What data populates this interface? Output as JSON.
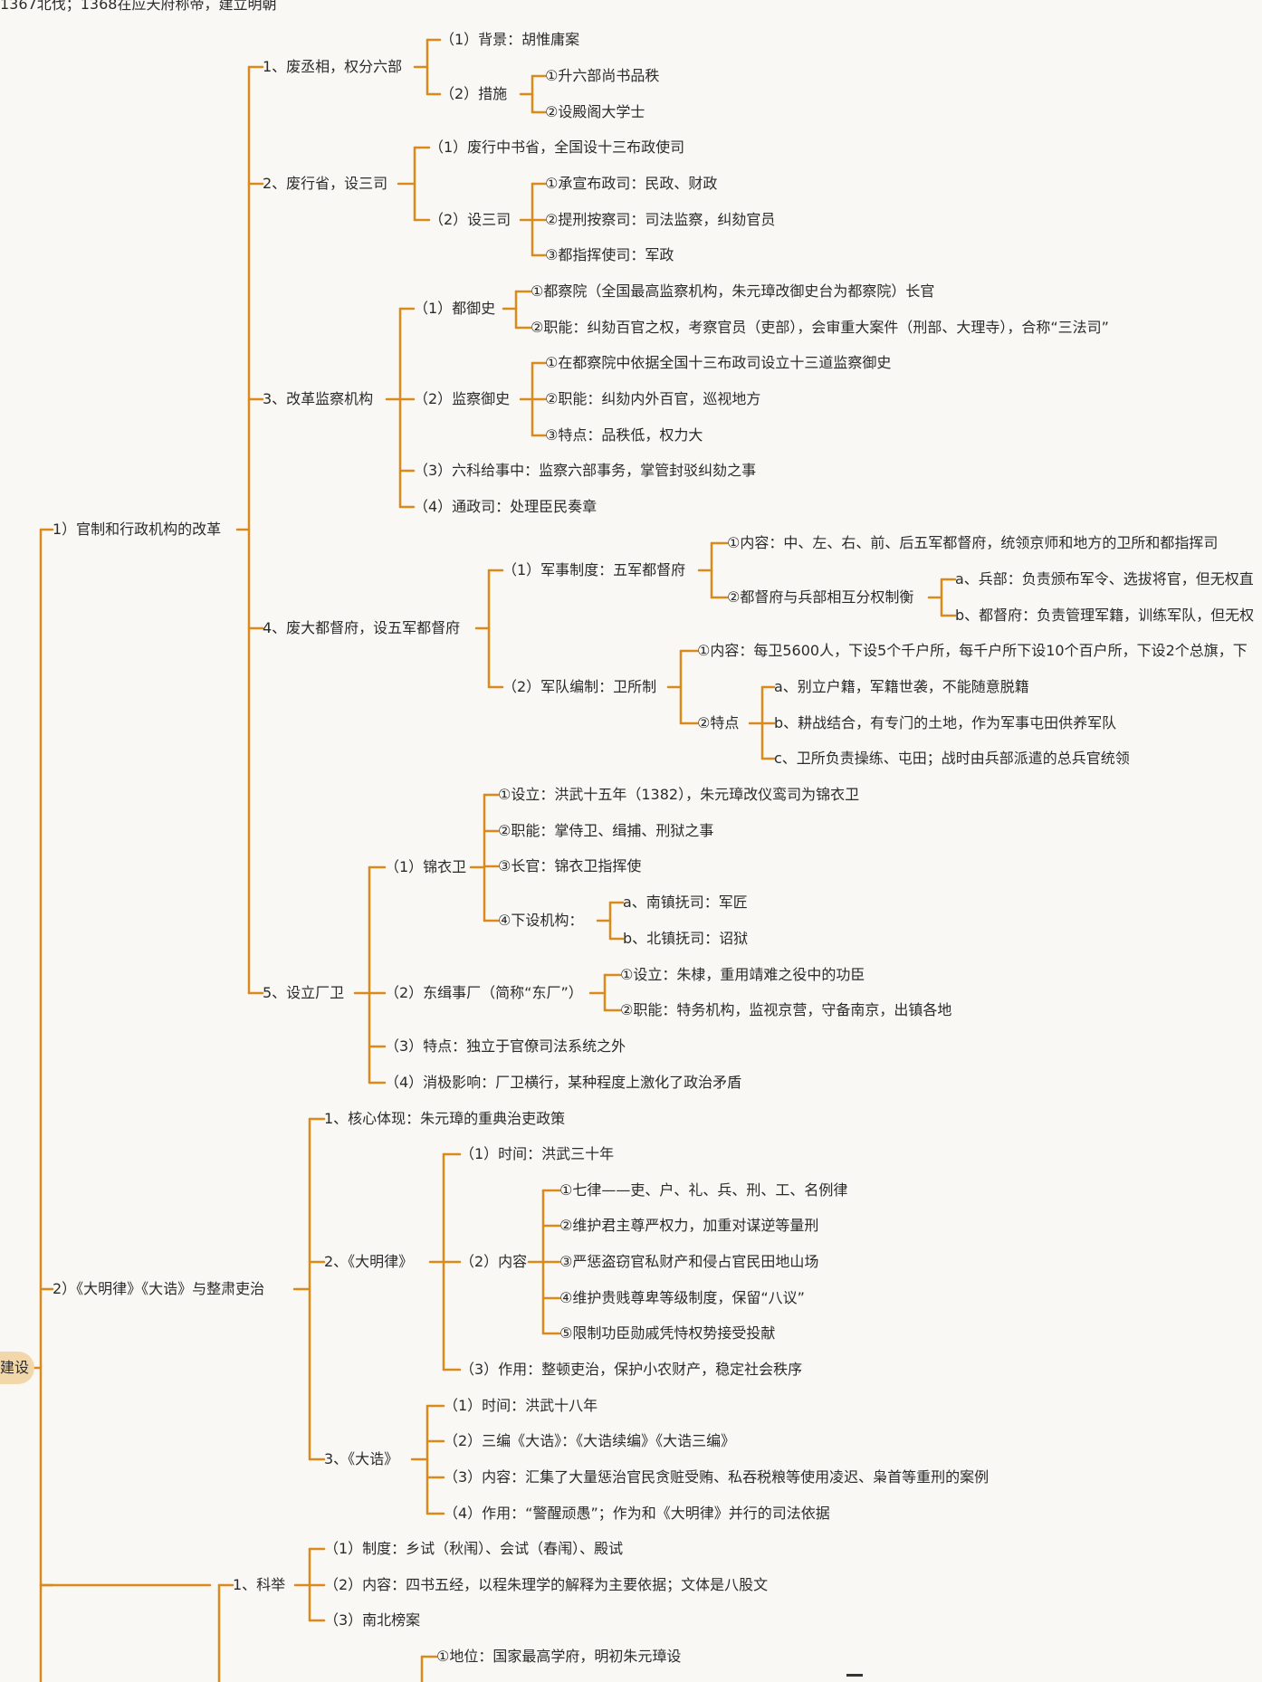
{
  "colors": {
    "line": "#d98a1a",
    "text": "#2b2b2b",
    "background": "#faf8f4",
    "root_fill": "#f1d7a9"
  },
  "top_text": "1367北伐；1368在应天府称帝，建立明朝",
  "root_label": "建设",
  "nodes": {
    "s1": "1）官制和行政机构的改革",
    "s1_1": "1、废丞相，权分六部",
    "s1_1_1": "（1）背景：胡惟庸案",
    "s1_1_2": "（2）措施",
    "s1_1_2a": "①升六部尚书品秩",
    "s1_1_2b": "②设殿阁大学士",
    "s1_2": "2、废行省，设三司",
    "s1_2_1": "（1）废行中书省，全国设十三布政使司",
    "s1_2_2": "（2）设三司",
    "s1_2_2a": "①承宣布政司：民政、财政",
    "s1_2_2b": "②提刑按察司：司法监察，纠劾官员",
    "s1_2_2c": "③都指挥使司：军政",
    "s1_3": "3、改革监察机构",
    "s1_3_1": "（1）都御史",
    "s1_3_1a": "①都察院（全国最高监察机构，朱元璋改御史台为都察院）长官",
    "s1_3_1b": "②职能：纠劾百官之权，考察官员（吏部），会审重大案件（刑部、大理寺），合称“三法司”",
    "s1_3_2": "（2）监察御史",
    "s1_3_2a": "①在都察院中依据全国十三布政司设立十三道监察御史",
    "s1_3_2b": "②职能：纠劾内外百官，巡视地方",
    "s1_3_2c": "③特点：品秩低，权力大",
    "s1_3_3": "（3）六科给事中：监察六部事务，掌管封驳纠劾之事",
    "s1_3_4": "（4）通政司：处理臣民奏章",
    "s1_4": "4、废大都督府，设五军都督府",
    "s1_4_1": "（1）军事制度：五军都督府",
    "s1_4_1a": "①内容：中、左、右、前、后五军都督府，统领京师和地方的卫所和都指挥司",
    "s1_4_1b": "②都督府与兵部相互分权制衡",
    "s1_4_1b1": "a、兵部：负责颁布军令、选拔将官，但无权直",
    "s1_4_1b2": "b、都督府：负责管理军籍，训练军队，但无权",
    "s1_4_2": "（2）军队编制：卫所制",
    "s1_4_2a": "①内容：每卫5600人，下设5个千户所，每千户所下设10个百户所，下设2个总旗，下",
    "s1_4_2b": "②特点",
    "s1_4_2b1": "a、别立户籍，军籍世袭，不能随意脱籍",
    "s1_4_2b2": "b、耕战结合，有专门的土地，作为军事屯田供养军队",
    "s1_4_2b3": "c、卫所负责操练、屯田；战时由兵部派遣的总兵官统领",
    "s1_5": "5、设立厂卫",
    "s1_5_1": "（1）锦衣卫",
    "s1_5_1a": "①设立：洪武十五年（1382），朱元璋改仪鸾司为锦衣卫",
    "s1_5_1b": "②职能：掌侍卫、缉捕、刑狱之事",
    "s1_5_1c": "③长官：锦衣卫指挥使",
    "s1_5_1d": "④下设机构：",
    "s1_5_1d1": "a、南镇抚司：军匠",
    "s1_5_1d2": "b、北镇抚司：诏狱",
    "s1_5_2": "（2）东缉事厂（简称“东厂”）",
    "s1_5_2a": "①设立：朱棣，重用靖难之役中的功臣",
    "s1_5_2b": "②职能：特务机构，监视京营，守备南京，出镇各地",
    "s1_5_3": "（3）特点：独立于官僚司法系统之外",
    "s1_5_4": "（4）消极影响：厂卫横行，某种程度上激化了政治矛盾",
    "s2": "2）《大明律》《大诰》与整肃吏治",
    "s2_1": "1、核心体现：朱元璋的重典治吏政策",
    "s2_2": "2、《大明律》",
    "s2_2_1": "（1）时间：洪武三十年",
    "s2_2_2": "（2）内容",
    "s2_2_2a": "①七律——吏、户、礼、兵、刑、工、名例律",
    "s2_2_2b": "②维护君主尊严权力，加重对谋逆等量刑",
    "s2_2_2c": "③严惩盗窃官私财产和侵占官民田地山场",
    "s2_2_2d": "④维护贵贱尊卑等级制度，保留“八议”",
    "s2_2_2e": "⑤限制功臣勋戚凭恃权势接受投献",
    "s2_2_3": "（3）作用：整顿吏治，保护小农财产，稳定社会秩序",
    "s2_3": "3、《大诰》",
    "s2_3_1": "（1）时间：洪武十八年",
    "s2_3_2": "（2）三编《大诰》：《大诰续编》《大诰三编》",
    "s2_3_3": "（3）内容：汇集了大量惩治官民贪赃受贿、私吞税粮等使用凌迟、枭首等重刑的案例",
    "s2_3_4": "（4）作用：“警醒顽愚”；作为和《大明律》并行的司法依据",
    "s3_1": "1、科举",
    "s3_1_1": "（1）制度：乡试（秋闱）、会试（春闱）、殿试",
    "s3_1_2": "（2）内容：四书五经，以程朱理学的解释为主要依据；文体是八股文",
    "s3_1_3": "（3）南北榜案",
    "s3_2a": "①地位：国家最高学府，明初朱元璋设"
  }
}
